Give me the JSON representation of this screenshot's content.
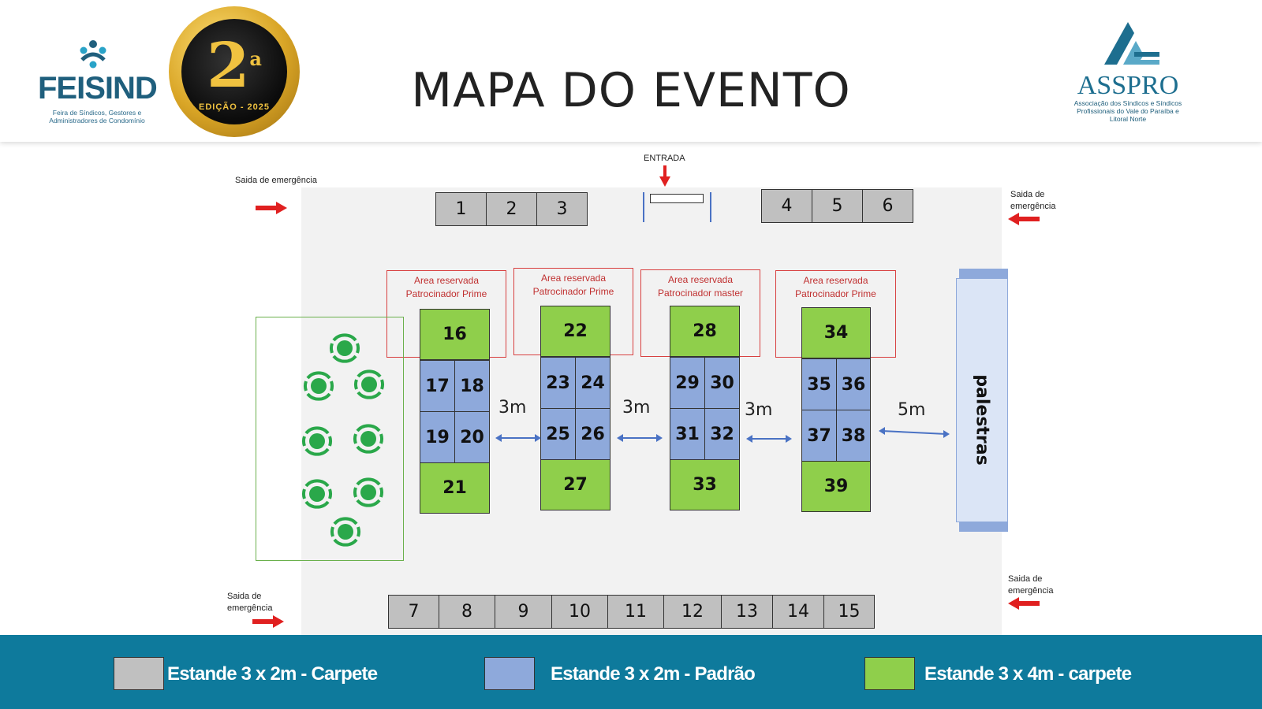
{
  "header": {
    "title": "MAPA DO EVENTO",
    "feisind": {
      "name": "FEISIND",
      "subtitle": "Feira de Síndicos, Gestores e Administradores de Condomínio"
    },
    "medal": {
      "number": "2",
      "superscript": "a",
      "text": "EDIÇÃO - 2025"
    },
    "asspro": {
      "name": "ASSPRO",
      "subtitle": "Associação dos Síndicos e Síndicos Profissionais do Vale do Paraíba e Litoral Norte"
    }
  },
  "map": {
    "entrance_label": "ENTRADA",
    "exits": {
      "top_left": "Saida de emergência",
      "top_right": "Saida de emergência",
      "bottom_left": "Saida de emergência",
      "bottom_right": "Saida de emergência"
    },
    "reserved_areas": [
      "Area reservada Patrocinador Prime",
      "Area reservada Patrocinador Prime",
      "Area reservada Patrocinador master",
      "Area reservada Patrocinador Prime"
    ],
    "distances": [
      "3m",
      "3m",
      "3m",
      "5m"
    ],
    "stage_label": "palestras",
    "booths": {
      "top_row": [
        "1",
        "2",
        "3",
        "4",
        "5",
        "6"
      ],
      "bottom_row": [
        "7",
        "8",
        "9",
        "10",
        "11",
        "12",
        "13",
        "14",
        "15"
      ],
      "island_1": [
        "16",
        "17",
        "18",
        "19",
        "20",
        "21"
      ],
      "island_2": [
        "22",
        "23",
        "24",
        "25",
        "26",
        "27"
      ],
      "island_3": [
        "28",
        "29",
        "30",
        "31",
        "32",
        "33"
      ],
      "island_4": [
        "34",
        "35",
        "36",
        "37",
        "38",
        "39"
      ]
    },
    "colors": {
      "carpete": "#c0c0c0",
      "padrao": "#8ea9db",
      "carpete_4m": "#8fcf4b",
      "exit_arrow": "#e02020",
      "reserved_border": "#d84040",
      "lounge": "#2aa84a"
    }
  },
  "legend": {
    "items": [
      {
        "label": "Estande 3 x 2m - Carpete",
        "color": "#c0c0c0"
      },
      {
        "label": "Estande 3 x 2m - Padrão",
        "color": "#8ea9db"
      },
      {
        "label": "Estande 3 x 4m - carpete",
        "color": "#8fcf4b"
      }
    ]
  }
}
